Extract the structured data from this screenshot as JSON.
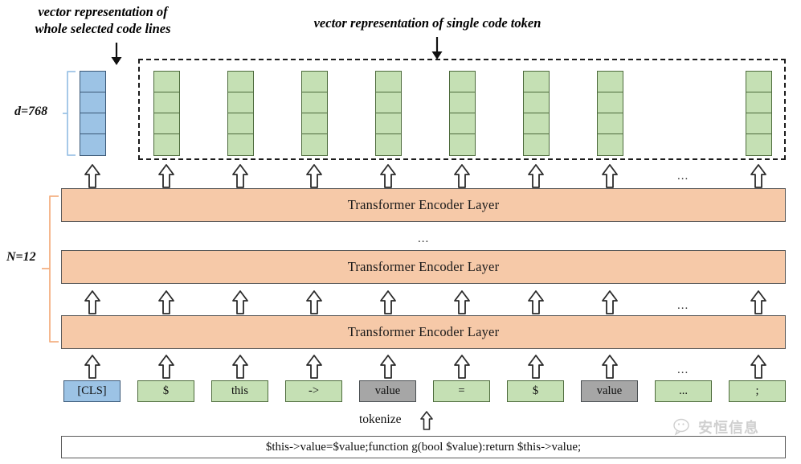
{
  "annotations": {
    "left_caption": "vector representation of\nwhole selected code lines",
    "right_caption": "vector representation of single code token",
    "d_label": "d=768",
    "n_label": "N=12",
    "ellipsis": "...",
    "down_arrow_icon": "down-arrow-icon",
    "up_arrow_icon": "up-arrow-icon"
  },
  "output_vectors": {
    "cls_vector": {
      "color": "#9cc3e5",
      "cells": 4,
      "kind": "cls-vector"
    },
    "token_vectors_count": 8,
    "token_vector_color": "#c5e0b4",
    "group_box_style": "dashed"
  },
  "encoder": {
    "layer_label": "Transformer Encoder Layer",
    "layers_shown": 3,
    "stack_count_label": "N=12",
    "color": "#f6c9a8",
    "vertical_ellipsis": "..."
  },
  "tokens": [
    {
      "text": "[CLS]",
      "color": "blue"
    },
    {
      "text": "$",
      "color": "green"
    },
    {
      "text": "this",
      "color": "green"
    },
    {
      "text": "->",
      "color": "green"
    },
    {
      "text": "value",
      "color": "gray"
    },
    {
      "text": "=",
      "color": "green"
    },
    {
      "text": "$",
      "color": "green"
    },
    {
      "text": "value",
      "color": "gray"
    },
    {
      "text": "...",
      "color": "green"
    },
    {
      "text": ";",
      "color": "green"
    }
  ],
  "tokenize": {
    "label": "tokenize",
    "arrow_icon": "up-arrow-icon"
  },
  "source_code": {
    "text": "$this->value=$value;function g(bool $value):return $this->value;"
  },
  "watermark": {
    "text": "安恒信息",
    "logo_icon": "wechat-logo-icon",
    "color": "#8e8e8e"
  },
  "colors": {
    "vector_blue": "#9cc3e5",
    "vector_green": "#c5e0b4",
    "token_gray": "#a6a6a6",
    "encoder_orange": "#f6c9a8",
    "outline": "#4a4f52",
    "bracket_orange": "#f4b183",
    "bracket_blue": "#9dc3e6"
  }
}
